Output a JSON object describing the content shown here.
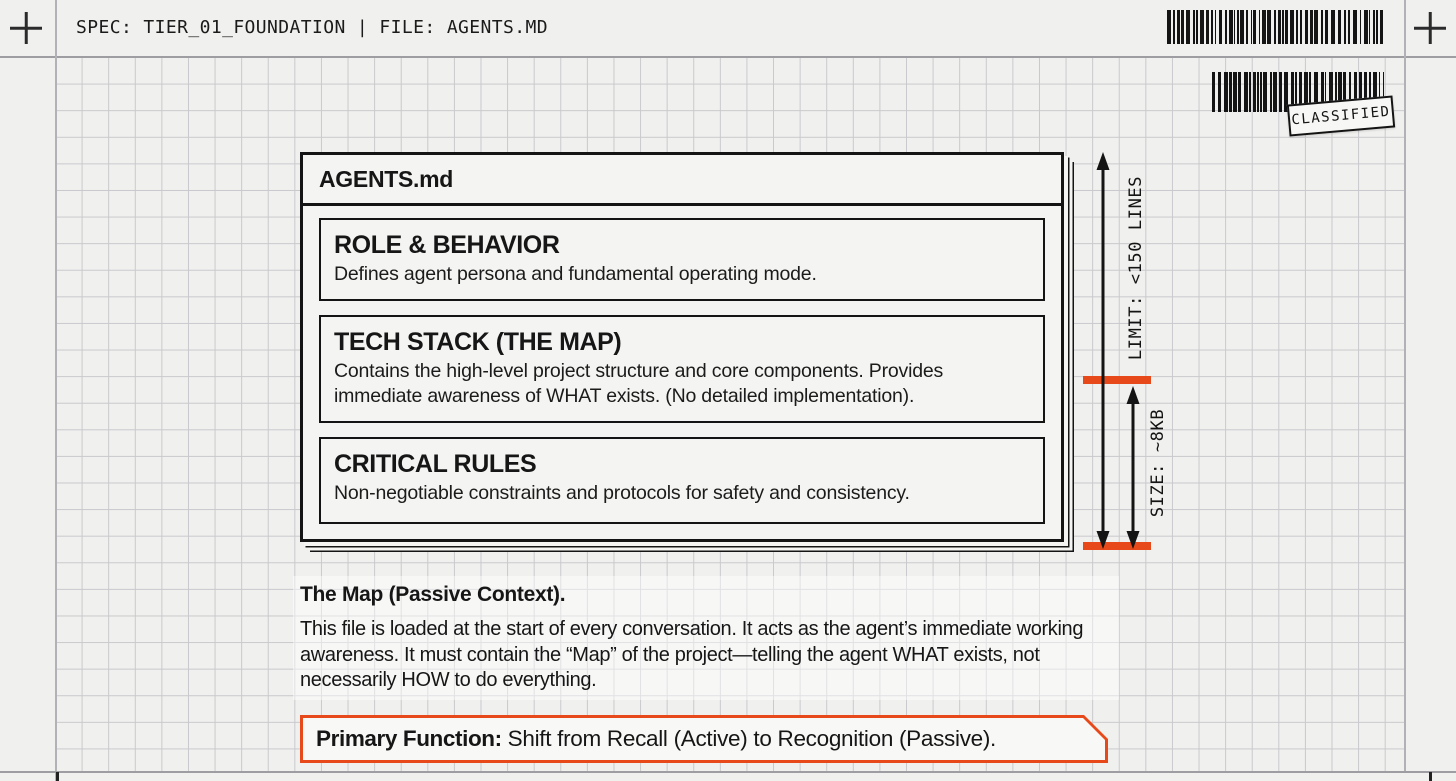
{
  "header": {
    "spec_title": "SPEC: TIER_01_FOUNDATION | FILE: AGENTS.MD"
  },
  "stamp": {
    "label": "CLASSIFIED"
  },
  "card": {
    "title": "AGENTS.md",
    "sections": [
      {
        "heading": "ROLE & BEHAVIOR",
        "description": "Defines agent persona and fundamental operating mode."
      },
      {
        "heading": "TECH STACK (THE MAP)",
        "description": "Contains the high-level project structure and core components. Provides immediate awareness of WHAT exists. (No detailed implementation)."
      },
      {
        "heading": "CRITICAL RULES",
        "description": "Non-negotiable constraints and protocols for safety and consistency."
      }
    ]
  },
  "annotations": {
    "limit_label": "LIMIT: <150 LINES",
    "size_label": "SIZE: ~8KB"
  },
  "notes": {
    "heading": "The Map (Passive Context).",
    "body": "This file is loaded at the start of every conversation. It acts as the agent’s immediate working awareness. It must contain the “Map” of the project—telling the agent WHAT exists, not necessarily HOW to do everything."
  },
  "callout": {
    "label": "Primary Function:",
    "text": " Shift from Recall (Active) to Recognition (Passive)."
  },
  "colors": {
    "accent_orange": "#E8491A",
    "ink": "#141414",
    "paper": "#F0F0EE",
    "grid_line": "#C9C9CD"
  }
}
